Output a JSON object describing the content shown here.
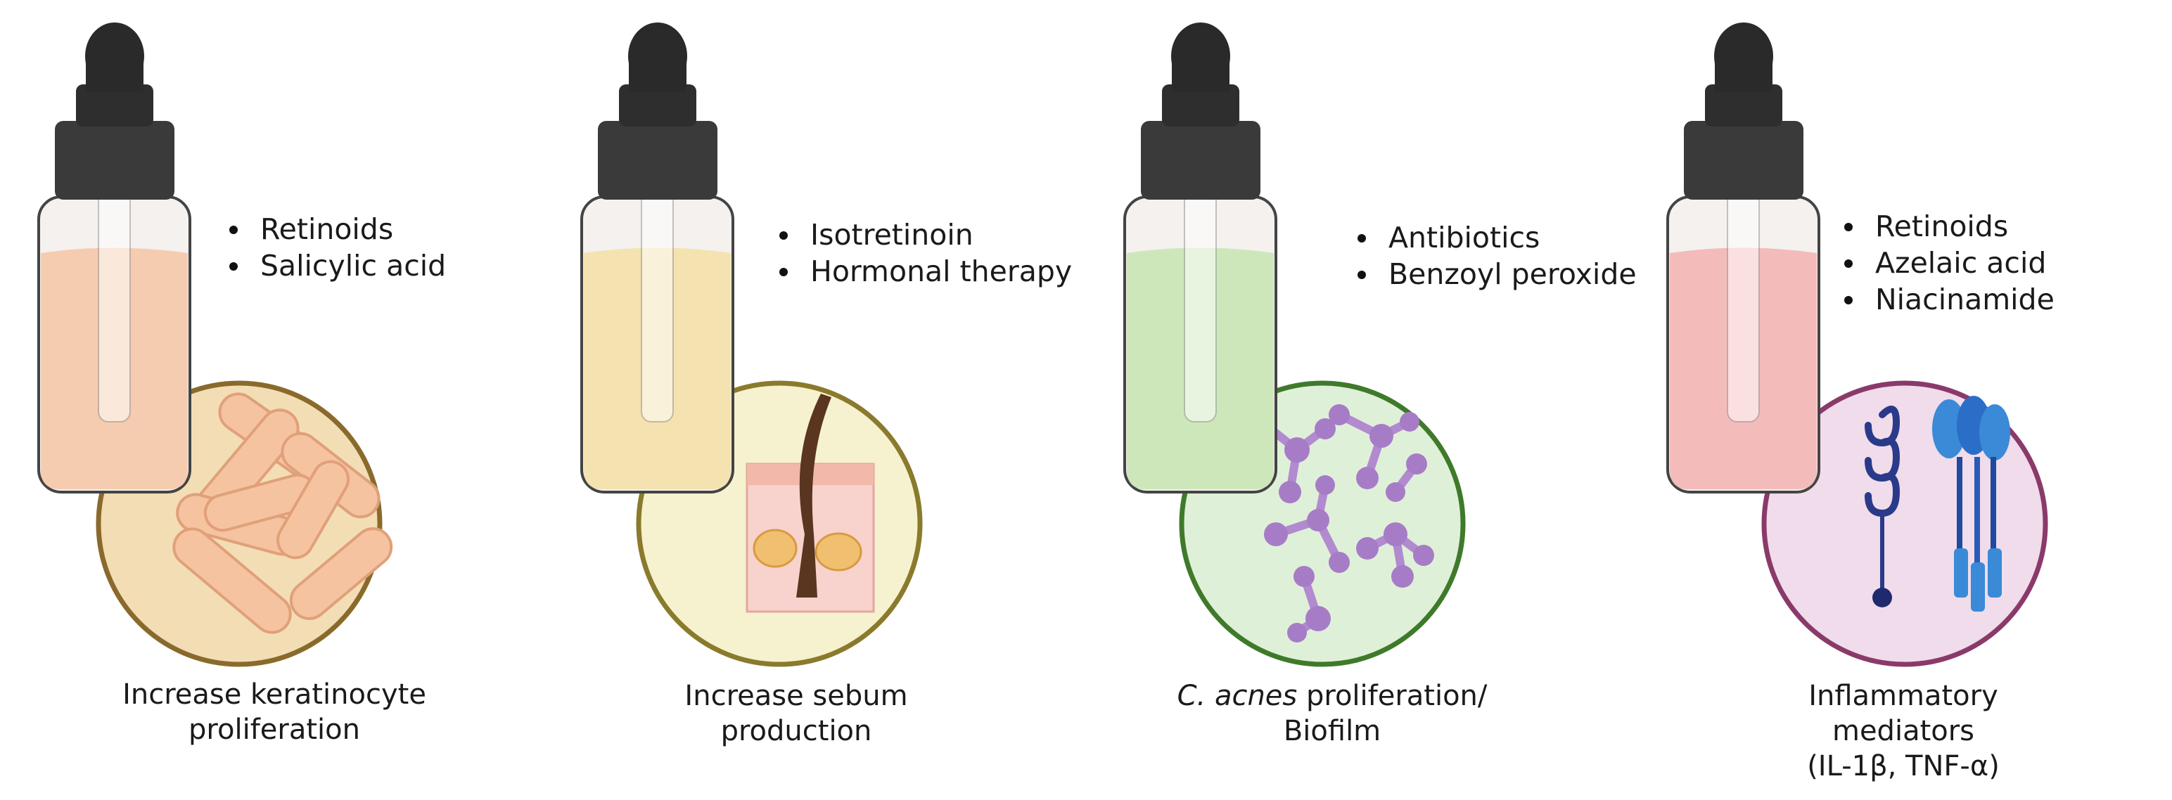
{
  "panels": [
    {
      "id": "keratinocyte",
      "bullets": [
        "Retinoids",
        "Salicylic acid"
      ],
      "caption": [
        "Increase keratinocyte",
        "proliferation"
      ],
      "liquid_color": "#f6c8a8",
      "circle_fill": "#f3ddb5",
      "circle_stroke": "#8a6a2c"
    },
    {
      "id": "sebum",
      "bullets": [
        "Isotretinoin",
        "Hormonal therapy"
      ],
      "caption": [
        "Increase sebum",
        "production"
      ],
      "liquid_color": "#f4e0a8",
      "circle_fill": "#f6f2cf",
      "circle_stroke": "#8a7a2c"
    },
    {
      "id": "cacnes",
      "bullets": [
        "Antibiotics",
        "Benzoyl peroxide"
      ],
      "caption_italic": "C. acnes",
      "caption": [
        " proliferation/",
        "Biofilm"
      ],
      "liquid_color": "#c9e6b5",
      "circle_fill": "#dff0d8",
      "circle_stroke": "#3f7a2b"
    },
    {
      "id": "inflammatory",
      "bullets": [
        "Retinoids",
        "Azelaic acid",
        "Niacinamide"
      ],
      "caption": [
        "Inflammatory",
        "mediators",
        "(IL-1β, TNF-α)"
      ],
      "liquid_color": "#f4b5b5",
      "circle_fill": "#f0dcea",
      "circle_stroke": "#8a3a6a"
    }
  ]
}
